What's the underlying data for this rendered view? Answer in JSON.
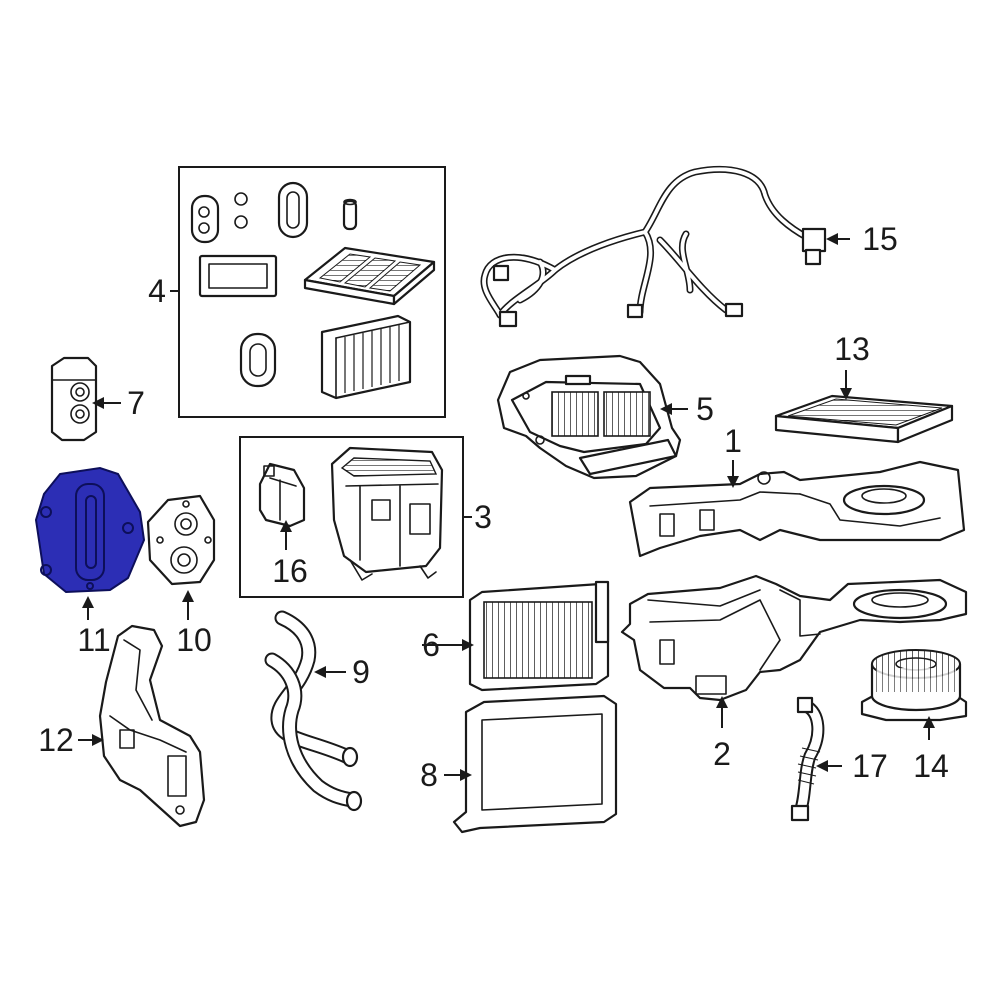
{
  "highlight_color": "#2c2eb5",
  "callouts": {
    "c1": "1",
    "c2": "2",
    "c3": "3",
    "c4": "4",
    "c5": "5",
    "c6": "6",
    "c7": "7",
    "c8": "8",
    "c9": "9",
    "c10": "10",
    "c11": "11",
    "c12": "12",
    "c13": "13",
    "c14": "14",
    "c15": "15",
    "c16": "16",
    "c17": "17"
  }
}
